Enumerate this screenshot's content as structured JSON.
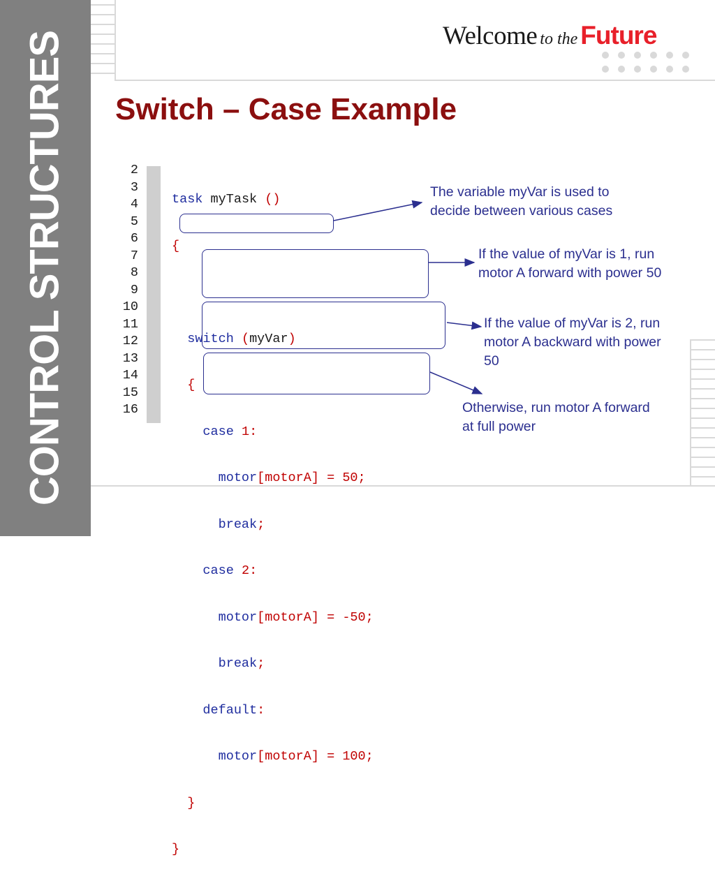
{
  "sidebar": {
    "title": "CONTROL STRUCTURES"
  },
  "header": {
    "tagline_welcome": "Welcome",
    "tagline_to_the": "to the",
    "tagline_future": "Future"
  },
  "slide": {
    "title": "Switch – Case Example"
  },
  "code": {
    "line_numbers": [
      "2",
      "3",
      "4",
      "5",
      "6",
      "7",
      "8",
      "9",
      "10",
      "11",
      "12",
      "13",
      "14",
      "15",
      "16"
    ]
  },
  "annotations": {
    "variable_note": [
      "The variable myVar is used to",
      "decide between various cases"
    ],
    "case1_note": [
      "If the value of myVar is 1, run",
      "motor A forward with power 50"
    ],
    "case2_note": [
      "If the value of myVar is 2, run",
      "motor A backward with power",
      "50"
    ],
    "default_note": [
      "Otherwise, run motor A forward",
      "at full power"
    ]
  },
  "colors": {
    "sidebar": "#808080",
    "title": "#8b0f0f",
    "keyword": "#1f2d9f",
    "punctuation": "#c00000",
    "annotation": "#2b2f8f",
    "brand": "#e8202a"
  }
}
